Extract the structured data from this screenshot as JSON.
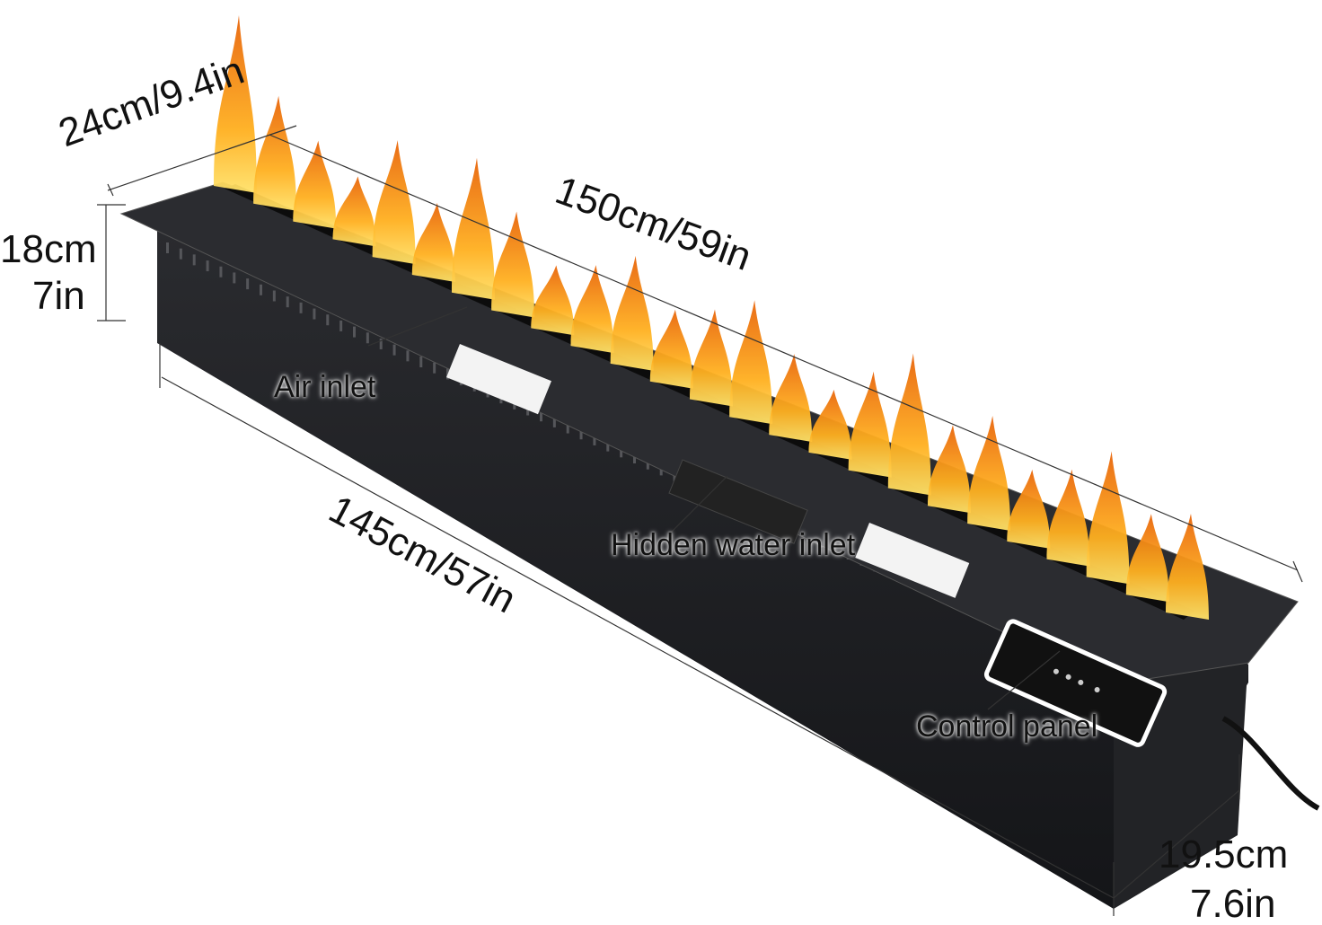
{
  "dimensions": {
    "depth_top": "24cm/9.4in",
    "length_top": "150cm/59in",
    "height_cm": "18cm",
    "height_in": "7in",
    "length_body": "145cm/57in",
    "depth_body_cm": "19.5cm",
    "depth_body_in": "7.6in"
  },
  "callouts": {
    "air_inlet": "Air inlet",
    "water_inlet": "Hidden water inlet",
    "control_panel": "Control panel"
  },
  "colors": {
    "body": "#1c1d20",
    "top_plate": "#2a2b2f",
    "flame_outer": "#f08a10",
    "flame_inner": "#ffd23a"
  }
}
